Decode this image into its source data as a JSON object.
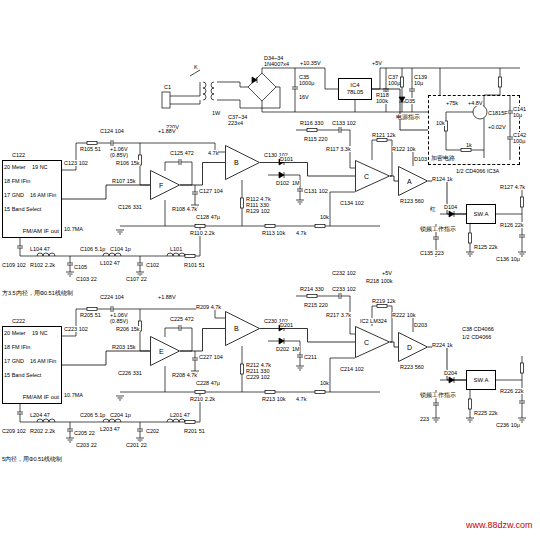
{
  "diagram": {
    "nodes": [
      {
        "text": [
          "IC4",
          "78L05"
        ]
      },
      {
        "text": [
          "加密电路"
        ]
      },
      {
        "text": [
          "FM/AM IF out"
        ]
      },
      {
        "text": [
          "F"
        ]
      },
      {
        "text": [
          "B"
        ]
      },
      {
        "text": [
          "C"
        ]
      },
      {
        "text": [
          "A"
        ]
      },
      {
        "text": [
          "SW A"
        ]
      },
      {
        "text": [
          "FM/AM IF out"
        ]
      },
      {
        "text": [
          "E"
        ]
      },
      {
        "text": [
          "B"
        ]
      },
      {
        "text": [
          "C"
        ]
      },
      {
        "text": [
          "D"
        ]
      },
      {
        "text": [
          "SW A"
        ]
      }
    ],
    "edges": [
      {
        "from": 0,
        "to": 1,
        "arrow": "none"
      },
      {
        "from": 2,
        "to": 3,
        "arrow": "none"
      },
      {
        "from": 3,
        "to": 4,
        "arrow": "none"
      },
      {
        "from": 4,
        "to": 5,
        "arrow": "none"
      },
      {
        "from": 5,
        "to": 6,
        "arrow": "none"
      },
      {
        "from": 6,
        "to": 7,
        "arrow": "none"
      },
      {
        "from": 8,
        "to": 9,
        "arrow": "none"
      },
      {
        "from": 9,
        "to": 10,
        "arrow": "none"
      },
      {
        "from": 10,
        "to": 11,
        "arrow": "none"
      },
      {
        "from": 11,
        "to": 12,
        "arrow": "none"
      },
      {
        "from": 12,
        "to": 13,
        "arrow": "none"
      }
    ],
    "labels": [
      "K",
      "220V",
      "C1",
      "1W",
      "D34~34",
      "1N4007x4",
      "+10.35V",
      "C37~34",
      "223x4",
      "C35",
      "1000μ",
      "16V",
      "+5V",
      "C37",
      "100μ",
      "C139",
      "10μ",
      "R118",
      "100k",
      "D35",
      "电源指示",
      "+75k",
      "+4.8V",
      "C141",
      "10μ",
      "10k",
      "C1815F",
      "1k",
      "+0.02V",
      "C142",
      "100μ",
      "C124 104",
      "+1.88V",
      "R105 51",
      "+1.06V",
      "(0.85V)",
      "R106 15k",
      "C125 472",
      "R107 15k",
      "C126 331",
      "C127 104",
      "R108 4.7k",
      "C128 47μ",
      "4.7k",
      "R112 4.7k",
      "R111 330",
      "R129 102",
      "R110 2.2k",
      "R113 10k",
      "C130 102",
      "D101",
      "D102",
      "1M",
      "C131 102",
      "R116 330",
      "R115 220",
      "C133 102",
      "R117 3.3k",
      "R121 12k",
      "C134 102",
      "10k",
      "4.7k",
      "R122 10k",
      "D103",
      "R123 560",
      "R124 1k",
      "1/2 CD4066 IC3A",
      "R127 4.7k",
      "D104",
      "红",
      "锁频工作指示",
      "C135 223",
      "R125 22k",
      "R126 22k",
      "C136 10μ",
      "10.7MA",
      "C123 102",
      "C122",
      "20 Meter",
      "19 NC",
      "18 FM IFin",
      "17 GND",
      "16 AM IFin",
      "15 Band Select",
      "L104 47",
      "R102 2.2k",
      "C106 5.1p",
      "C104 1p",
      "C102",
      "L102 47",
      "C105",
      "C103 22",
      "L101",
      "R101 51",
      "C109 102",
      "C107 22",
      "方3.5内径，用Φ0.51线绕制",
      "C224 104",
      "+1.88V",
      "R205 51",
      "+1.06V",
      "(0.85V)",
      "R206 15k",
      "C225 472",
      "R203 15k",
      "C226 331",
      "C227 104",
      "R208 4.7k",
      "C228 47μ",
      "R209 4.7k",
      "R212 4.7k",
      "R211 330",
      "C229 102",
      "R210 2.2k",
      "R213 10k",
      "C230 102",
      "D201",
      "D202",
      "1M",
      "C211",
      "R214 330",
      "R215 220",
      "+5V",
      "R218 100k",
      "C232 102",
      "C233 102",
      "R217 3.7k",
      "R219 12k",
      "IC2 LM324",
      "R222 10k",
      "D203",
      "R223 560",
      "R224 1k",
      "C38 CD4066",
      "1/2 CD4066",
      "D204",
      "锁频工作指示",
      "223",
      "R225 22k",
      "R226 22k",
      "C236 10μ",
      "C214 102",
      "4.7k",
      "10k",
      "10.7MA",
      "C223 102",
      "C222",
      "20 Meter",
      "19 NC",
      "18 FM IFin",
      "17 GND",
      "16 AM IFin",
      "15 Band Select",
      "L204 47",
      "R202 2.2k",
      "C206 5.1p",
      "C204 1p",
      "C202",
      "L203 47",
      "C205 22",
      "C203 22",
      "L201 47",
      "R201 51",
      "C209 102",
      "C201 22",
      "5内径，用Φ0.51线绕制",
      "www.88dzw.com"
    ]
  }
}
